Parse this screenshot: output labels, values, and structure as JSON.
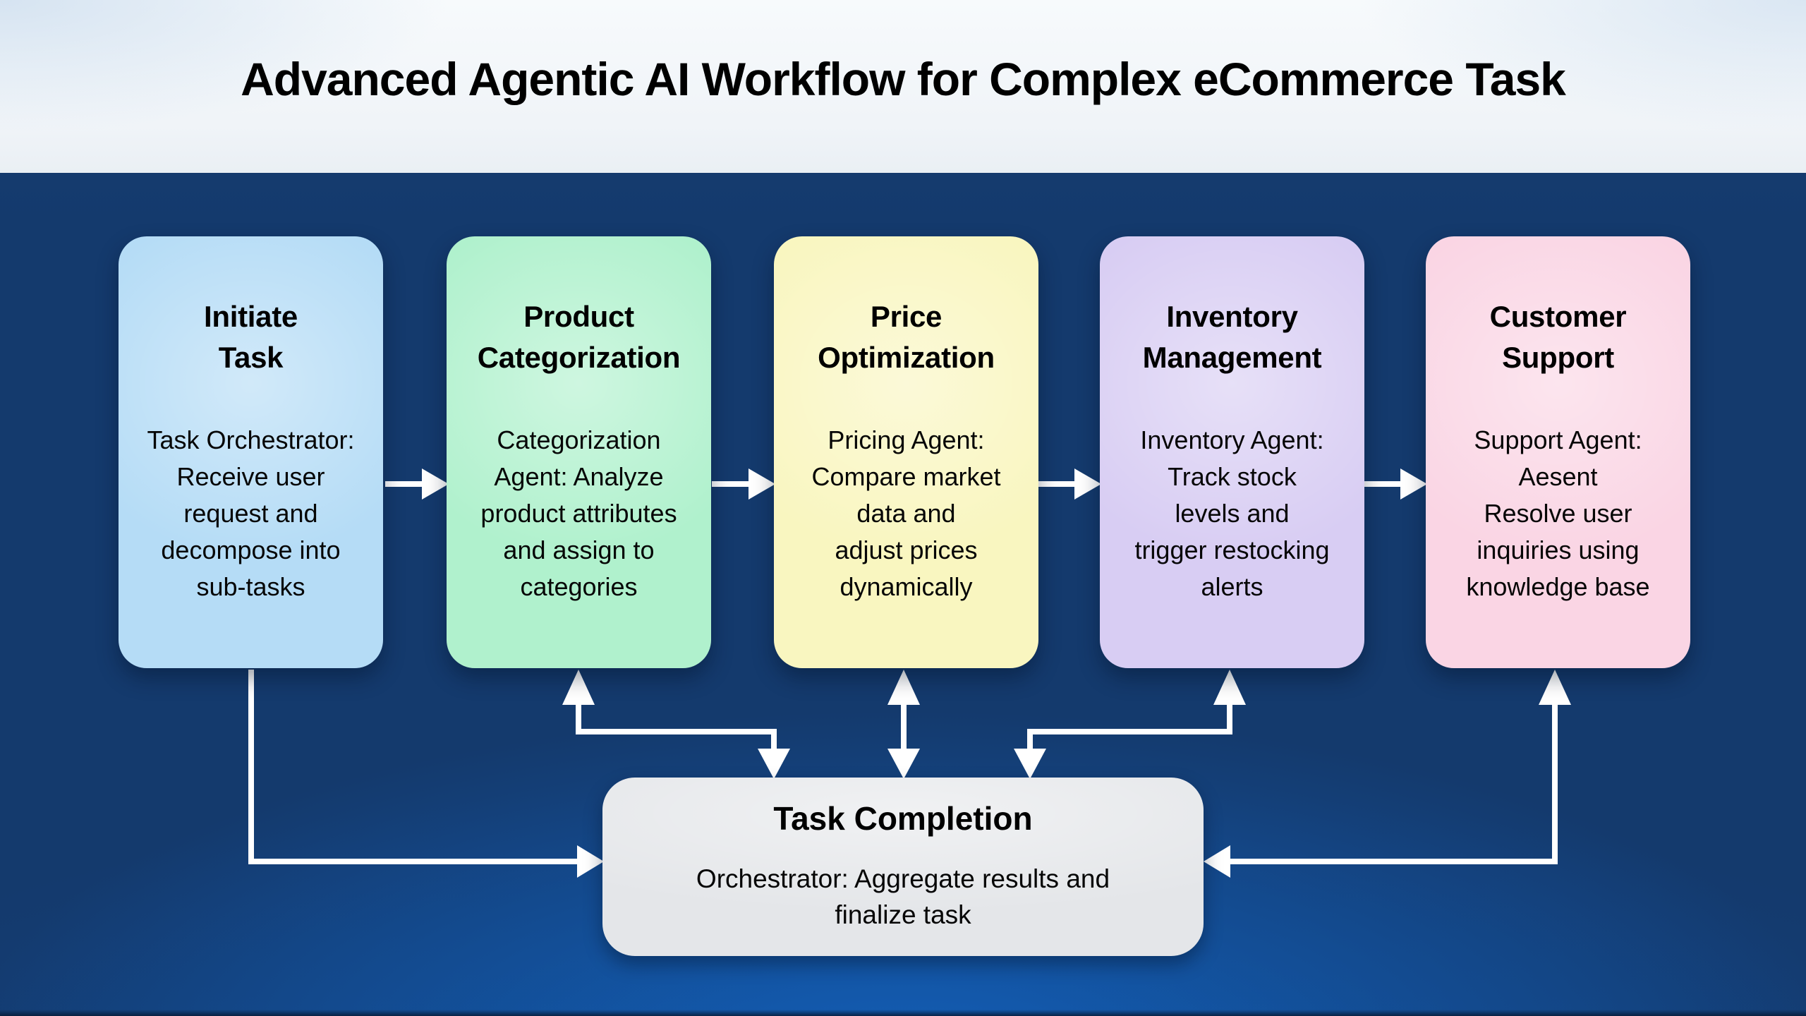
{
  "page": {
    "title": "Advanced Agentic AI Workflow for Complex eCommerce Task"
  },
  "stages": [
    {
      "id": "initiate-task",
      "title": "Initiate\nTask",
      "description": "Task Orchestrator:\nReceive user\nrequest and\ndecompose into\nsub-tasks",
      "fill": "#b5dcf6"
    },
    {
      "id": "product-categorization",
      "title": "Product\nCategorization",
      "description": "Categorization\nAgent: Analyze\nproduct attributes\nand assign to\ncategories",
      "fill": "#b0f1cd"
    },
    {
      "id": "price-optimization",
      "title": "Price\nOptimization",
      "description": "Pricing Agent:\nCompare market\ndata and\nadjust prices\ndynamically",
      "fill": "#f9f6c0"
    },
    {
      "id": "inventory-management",
      "title": "Inventory\nManagement",
      "description": "Inventory Agent:\nTrack stock\nlevels and\ntrigger restocking\nalerts",
      "fill": "#d8cdf3"
    },
    {
      "id": "customer-support",
      "title": "Customer\nSupport",
      "description": "Support Agent:\nAesent\nResolve user\ninquiries using\nknowledge base",
      "fill": "#fad5e4"
    }
  ],
  "completion": {
    "id": "task-completion",
    "title": "Task Completion",
    "description": "Orchestrator: Aggregate results and\nfinalize task",
    "fill": "#e4e6e9"
  },
  "connections": [
    {
      "from": "Initiate Task",
      "to": "Product Categorization",
      "type": "forward"
    },
    {
      "from": "Product Categorization",
      "to": "Price Optimization",
      "type": "forward"
    },
    {
      "from": "Price Optimization",
      "to": "Inventory Management",
      "type": "forward"
    },
    {
      "from": "Inventory Management",
      "to": "Customer Support",
      "type": "forward"
    },
    {
      "from": "Initiate Task",
      "to": "Task Completion",
      "type": "forward"
    },
    {
      "from": "Product Categorization",
      "to": "Task Completion",
      "type": "bidirectional"
    },
    {
      "from": "Price Optimization",
      "to": "Task Completion",
      "type": "bidirectional"
    },
    {
      "from": "Inventory Management",
      "to": "Task Completion",
      "type": "bidirectional"
    },
    {
      "from": "Customer Support",
      "to": "Task Completion",
      "type": "bidirectional"
    }
  ],
  "colors": {
    "background": "#143a6d",
    "background_glow": "#125cb8",
    "band": "#f2f6fa",
    "arrow": "#ffffff",
    "text": "#000000"
  }
}
